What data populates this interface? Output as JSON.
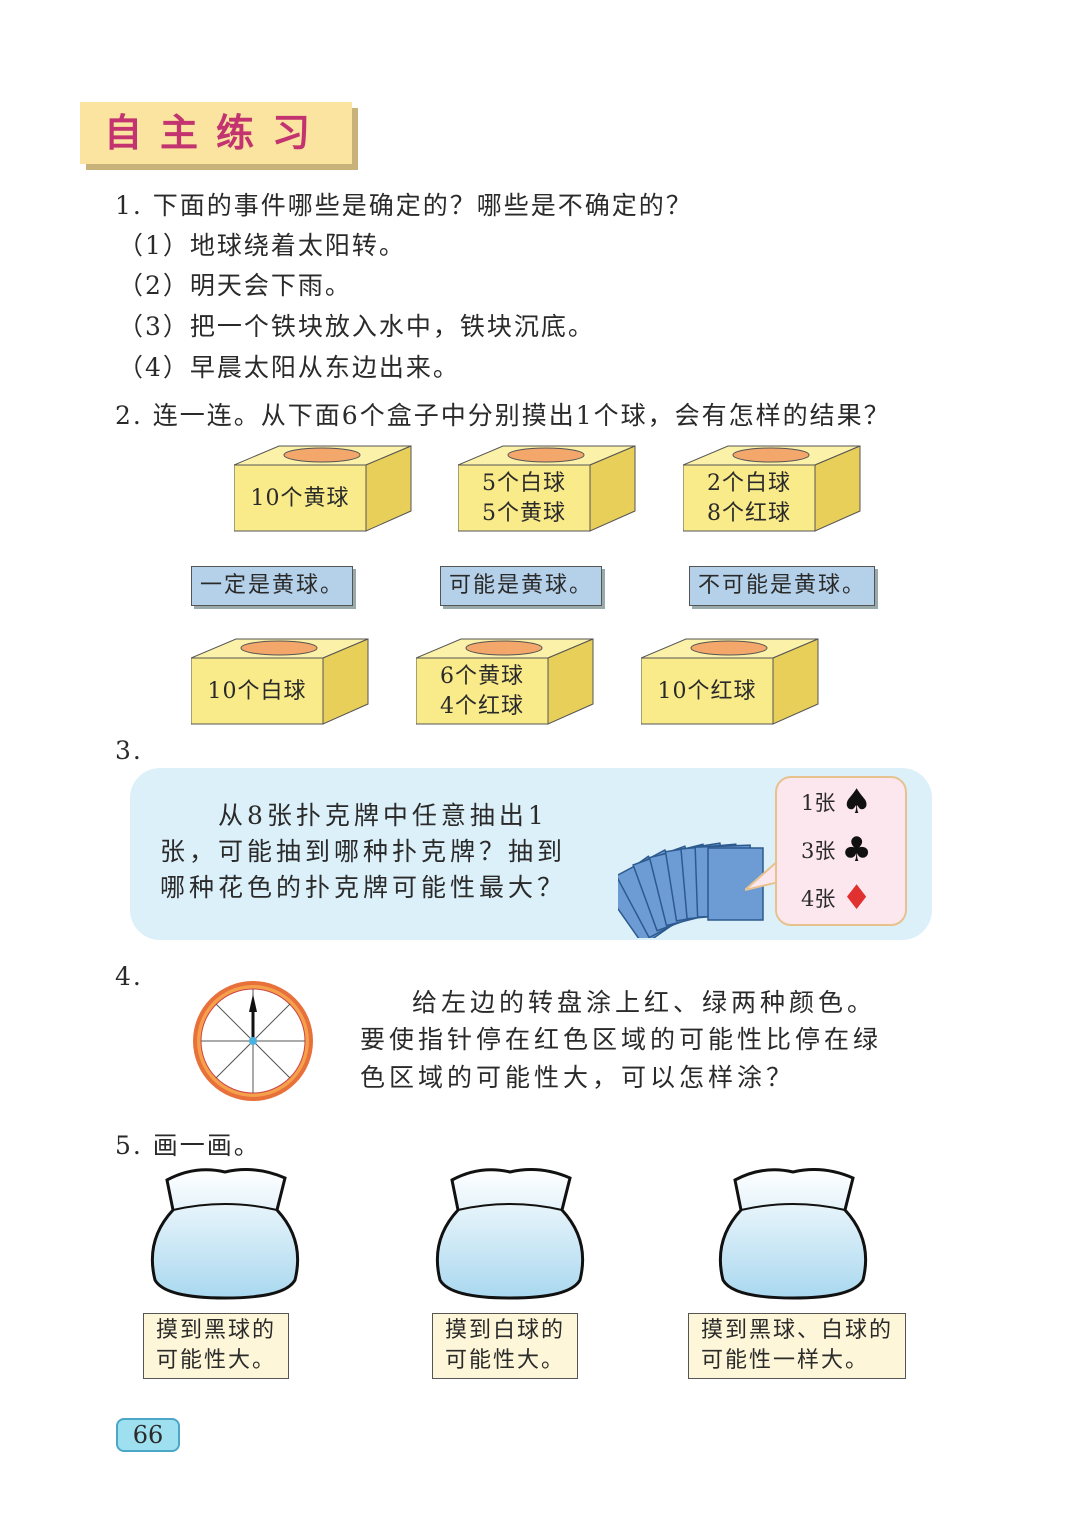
{
  "header": {
    "title": "自主练习"
  },
  "q1": {
    "prompt": "1. 下面的事件哪些是确定的？哪些是不确定的？",
    "items": [
      "（1）地球绕着太阳转。",
      "（2）明天会下雨。",
      "（3）把一个铁块放入水中，铁块沉底。",
      "（4）早晨太阳从东边出来。"
    ]
  },
  "q2": {
    "prompt": "2.  连一连。从下面6个盒子中分别摸出1个球，会有怎样的结果？",
    "boxes_top": [
      [
        "10个黄球"
      ],
      [
        "5个白球",
        "5个黄球"
      ],
      [
        "2个白球",
        "8个红球"
      ]
    ],
    "answers": [
      "一定是黄球。",
      "可能是黄球。",
      "不可能是黄球。"
    ],
    "boxes_bottom": [
      [
        "10个白球"
      ],
      [
        "6个黄球",
        "4个红球"
      ],
      [
        "10个红球"
      ]
    ]
  },
  "q3": {
    "number": "3.",
    "lines": [
      "从8张扑克牌中任意抽出1",
      "张，可能抽到哪种扑克牌？抽到",
      "哪种花色的扑克牌可能性最大？"
    ],
    "cards": [
      {
        "count": "1张",
        "suit": "spade",
        "color": "#111111"
      },
      {
        "count": "3张",
        "suit": "club",
        "color": "#111111"
      },
      {
        "count": "4张",
        "suit": "diamond",
        "color": "#e03030"
      }
    ]
  },
  "q4": {
    "number": "4.",
    "lines": [
      "给左边的转盘涂上红、绿两种颜色。",
      "要使指针停在红色区域的可能性比停在绿",
      "色区域的可能性大，可以怎样涂？"
    ]
  },
  "q5": {
    "prompt": "5. 画一画。",
    "labels": [
      [
        "摸到黑球的",
        "可能性大。"
      ],
      [
        "摸到白球的",
        "可能性大。"
      ],
      [
        "摸到黑球、白球的",
        "可能性一样大。"
      ]
    ]
  },
  "page_number": "66"
}
